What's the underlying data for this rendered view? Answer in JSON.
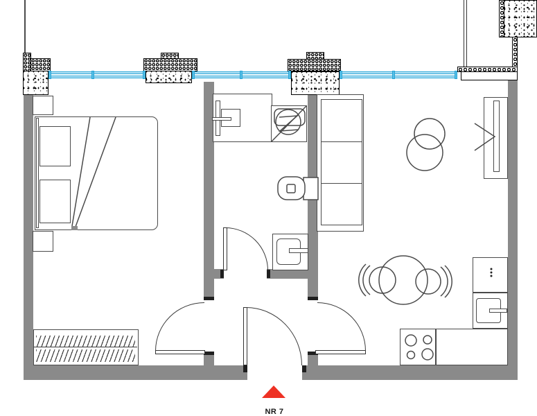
{
  "floor_plan": {
    "unit_label": "NR 7",
    "colors": {
      "wall": "#8a8a8a",
      "window_frame": "#2aa5d6",
      "window_fill": "#b5e2f5",
      "entrance_marker": "#ee3124",
      "furniture_outline": "#4a4a4a"
    },
    "rooms": {
      "bedroom_fixtures": [
        "double-bed",
        "pillow",
        "pillow",
        "nightstand",
        "nightstand",
        "wardrobe"
      ],
      "bathroom_fixtures": [
        "washbasin",
        "washing-machine",
        "toilet",
        "shower"
      ],
      "living_kitchen_fixtures": [
        "sofa",
        "pouf-circles",
        "tv-unit",
        "dining-table",
        "chair",
        "chair",
        "tall-cabinet",
        "kitchen-sink",
        "hob",
        "counter"
      ]
    },
    "markers": {
      "entrance": "red-triangle"
    }
  }
}
